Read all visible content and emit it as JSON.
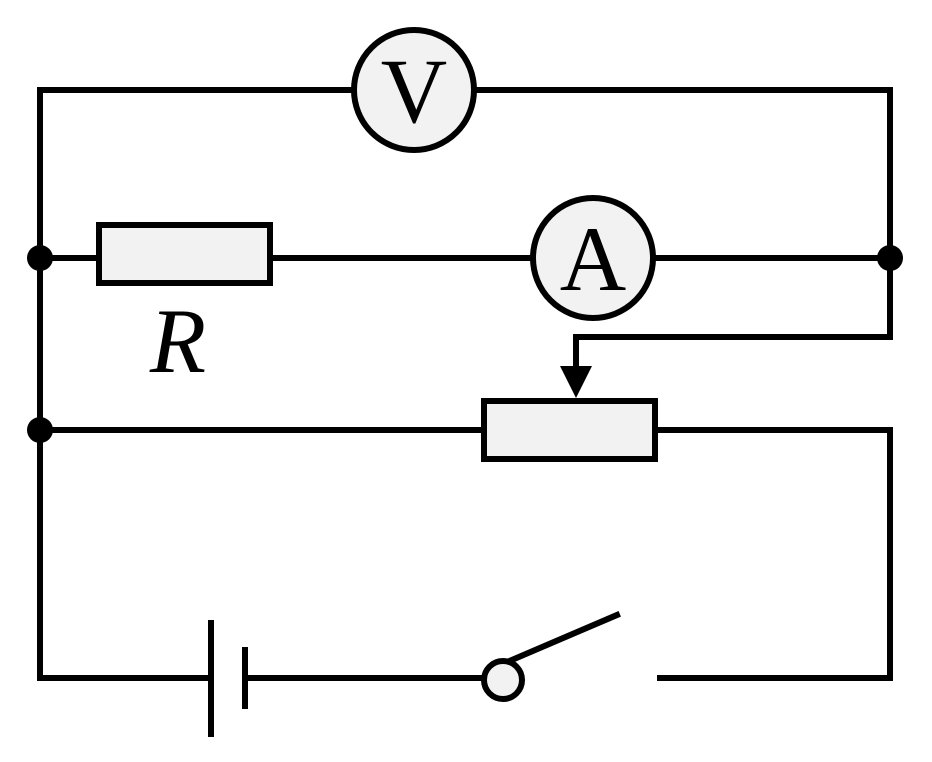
{
  "diagram": {
    "voltmeter": {
      "symbol": "V"
    },
    "ammeter": {
      "symbol": "A"
    },
    "resistor": {
      "label": "R"
    },
    "rheostat": {},
    "battery": {},
    "switch": {
      "state": "open"
    },
    "colors": {
      "stroke": "#000000",
      "fill": "#f2f2f2",
      "background": "#ffffff"
    }
  }
}
